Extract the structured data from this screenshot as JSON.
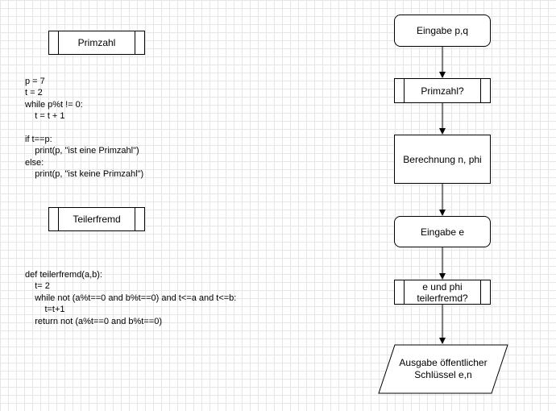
{
  "left": {
    "primzahl_title": "Primzahl",
    "primzahl_code": "p = 7\nt = 2\nwhile p%t != 0:\n    t = t + 1\n\nif t==p:\n    print(p, \"ist eine Primzahl\")\nelse:\n    print(p, \"ist keine Primzahl\")",
    "teilerfremd_title": "Teilerfremd",
    "teilerfremd_code": "def teilerfremd(a,b):\n    t= 2\n    while not (a%t==0 and b%t==0) and t<=a and t<=b:\n        t=t+1\n    return not (a%t==0 and b%t==0)"
  },
  "flowchart": {
    "eingabe_pq": "Eingabe p,q",
    "primzahl_check": "Primzahl?",
    "berechnung": "Berechnung n, phi",
    "eingabe_e": "Eingabe e",
    "teilerfremd_check": "e und phi\nteilerfremd?",
    "ausgabe": "Ausgabe öffentlicher\nSchlüssel e,n"
  }
}
